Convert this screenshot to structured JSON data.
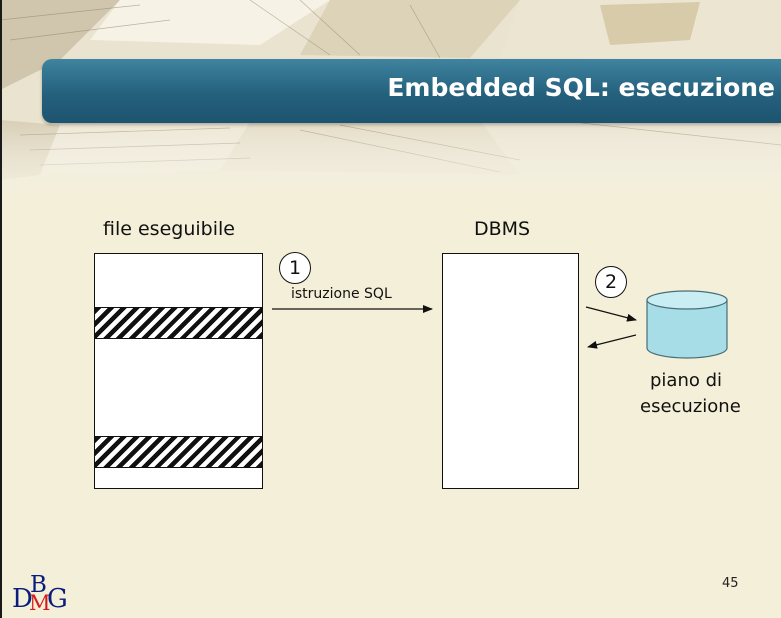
{
  "slide": {
    "title": "Embedded SQL: esecuzione",
    "page_number": "45"
  },
  "diagram": {
    "left_box_label": "file eseguibile",
    "right_box_label": "DBMS",
    "step1_number": "1",
    "step1_label": "istruzione SQL",
    "step2_number": "2",
    "db_label_line1": "piano di",
    "db_label_line2": "esecuzione"
  },
  "logo": {
    "letters": [
      "D",
      "B",
      "M",
      "G"
    ],
    "colors": {
      "d_g": "#0b1d7a",
      "b": "#0b1d7a",
      "m": "#d11a1a"
    }
  },
  "colors": {
    "banner": "#24607c",
    "background": "#f4efd8",
    "cylinder": "#a6dde6"
  }
}
